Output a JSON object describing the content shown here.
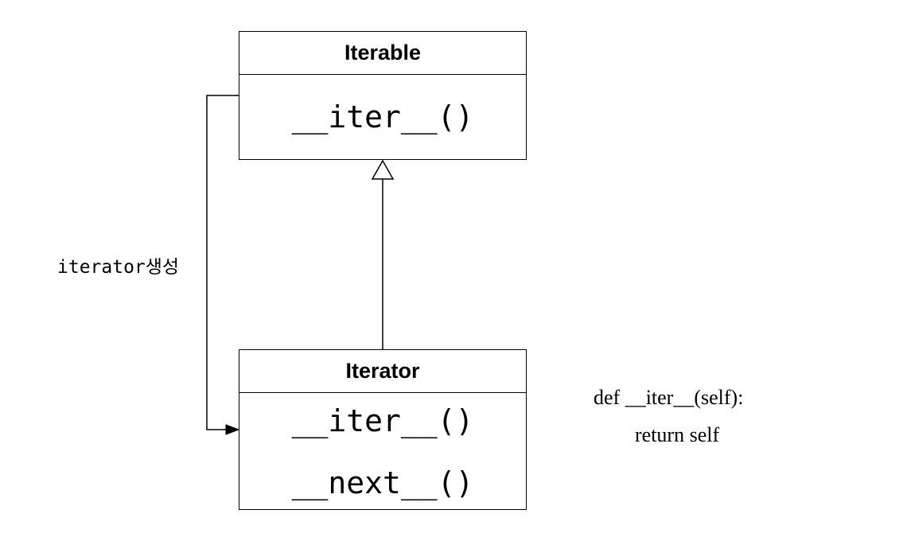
{
  "colors": {
    "line": "#000000",
    "background": "#ffffff"
  },
  "iterable": {
    "title": "Iterable",
    "methods": [
      "__iter__()"
    ]
  },
  "iterator": {
    "title": "Iterator",
    "methods": [
      "__iter__()",
      "__next__()"
    ]
  },
  "edge_label": "iterator생성",
  "note": {
    "line1": "def __iter__(self):",
    "line2": "return self"
  }
}
